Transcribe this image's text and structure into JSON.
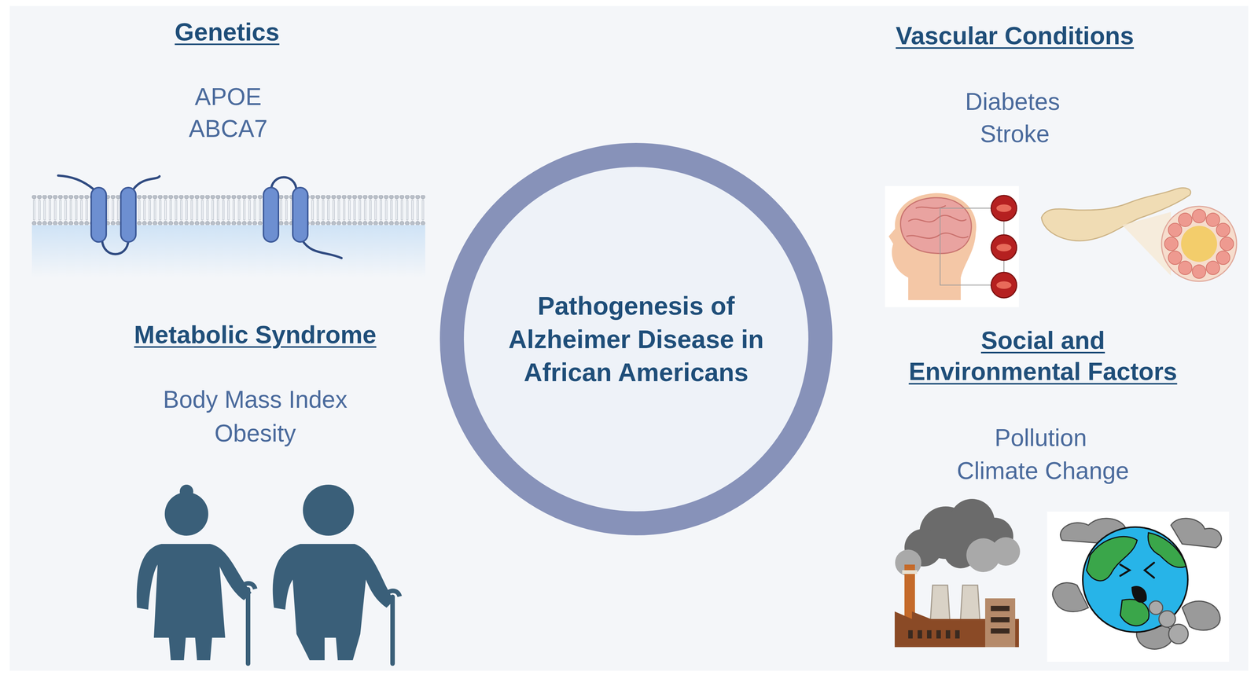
{
  "diagram": {
    "nodes": [
      {
        "text": [
          "Pathogenesis of Alzheimer Disease in African Americans"
        ]
      }
    ],
    "labels": [
      "Genetics",
      "APOE",
      "ABCA7",
      "Metabolic Syndrome",
      "Body Mass Index",
      "Obesity",
      "Vascular Conditions",
      "Diabetes",
      "Stroke",
      "Social and Environmental Factors",
      "Pollution",
      "Climate Change"
    ]
  }
}
